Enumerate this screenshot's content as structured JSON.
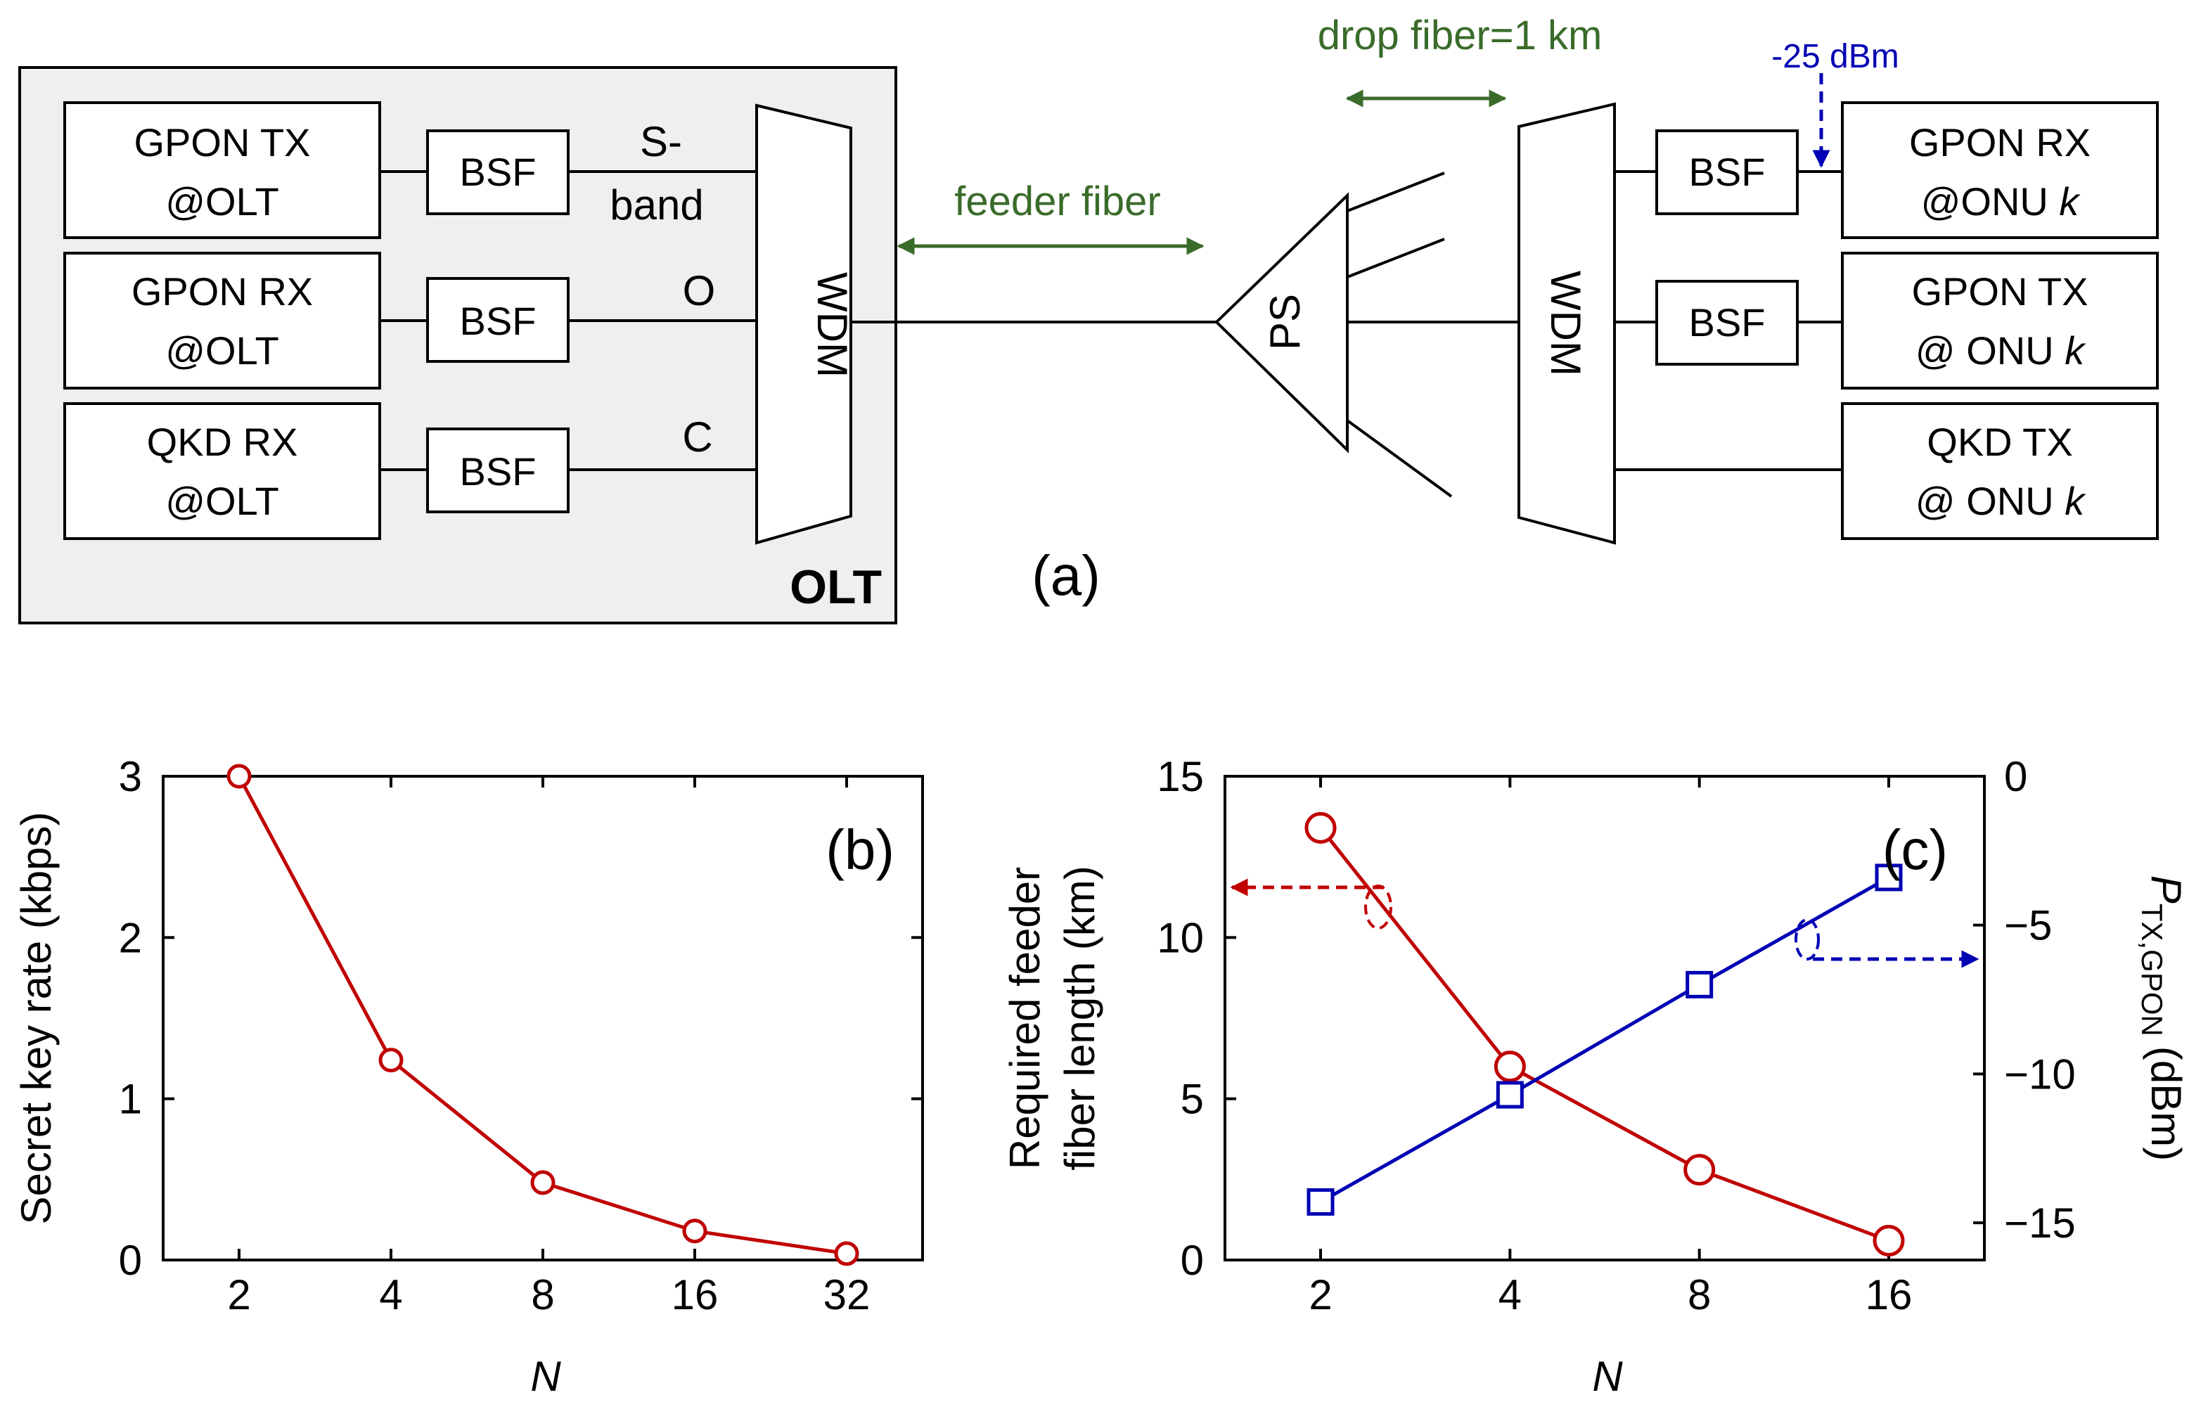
{
  "colors": {
    "red": "#c00000",
    "blue": "#0000b4",
    "green": "#3a6b2a",
    "olt_fill": "#efefef",
    "black": "#000000"
  },
  "diagram": {
    "olt": {
      "label": "OLT",
      "blocks": [
        {
          "line1": "GPON TX",
          "line2": "@OLT"
        },
        {
          "line1": "GPON RX",
          "line2": "@OLT"
        },
        {
          "line1": "QKD RX",
          "line2": "@OLT"
        }
      ],
      "bsf_label": "BSF",
      "band_labels": [
        "S-",
        "band",
        "O",
        "C"
      ],
      "wdm_label": "WDM"
    },
    "feeder_label": "feeder fiber",
    "drop_label": "drop fiber=1 km",
    "ps_label": "PS",
    "onu_wdm_label": "WDM",
    "power_label": "-25 dBm",
    "onu": {
      "bsf_label": "BSF",
      "blocks": [
        {
          "line1": "GPON RX",
          "line2": "@ONU ",
          "k": "k"
        },
        {
          "line1": "GPON TX",
          "line2": "@ ONU ",
          "k": "k"
        },
        {
          "line1": "QKD TX",
          "line2": "@ ONU ",
          "k": "k"
        }
      ]
    },
    "panel_label": "(a)"
  },
  "chart_data": [
    {
      "type": "line",
      "panel_label": "(b)",
      "categories": [
        "2",
        "4",
        "8",
        "16",
        "32"
      ],
      "series": [
        {
          "values": [
            3.0,
            1.24,
            0.48,
            0.18,
            0.04
          ],
          "color": "#c00000",
          "marker": "circle"
        }
      ],
      "xlabel": "N",
      "ylabel": "Secret key rate (kbps)",
      "ylim": [
        0,
        3
      ],
      "yticks": [
        "0",
        "1",
        "2",
        "3"
      ]
    },
    {
      "type": "line",
      "panel_label": "(c)",
      "categories": [
        "2",
        "4",
        "8",
        "16"
      ],
      "series": [
        {
          "values": [
            13.4,
            6.0,
            2.8,
            0.6
          ],
          "color": "#c00000",
          "marker": "circle",
          "axis": "left"
        },
        {
          "values": [
            -14.3,
            -10.7,
            -7.0,
            -3.4
          ],
          "color": "#0000b4",
          "marker": "square",
          "axis": "right"
        }
      ],
      "xlabel": "N",
      "ylabel_lines": [
        "Required feeder",
        "fiber length (km)"
      ],
      "y2label_main": "P",
      "y2label_sub": "TX,GPON",
      "y2label_unit": "(dBm)",
      "ylim": [
        0,
        15
      ],
      "y2lim": [
        -16.25,
        0
      ],
      "yticks": [
        "0",
        "5",
        "10",
        "15"
      ],
      "y2ticks": [
        "0",
        "−5",
        "−10",
        "−15"
      ]
    }
  ]
}
